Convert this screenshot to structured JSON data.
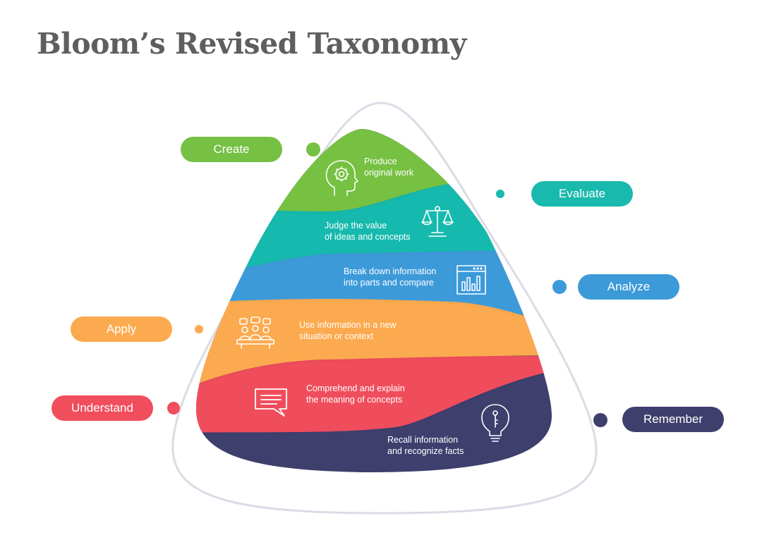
{
  "title": "Bloom’s Revised Taxonomy",
  "colors": {
    "title": "#5d5e60",
    "outline": "#dcdbe6",
    "create": "#76c043",
    "evaluate": "#19b9ad",
    "analyze": "#3d9ad9",
    "apply": "#fcaa4f",
    "understand": "#f04e5c",
    "remember": "#3f3f6e"
  },
  "levels": [
    {
      "id": "create",
      "label": "Create",
      "line1": "Produce",
      "line2": "original work",
      "icon": "head-gear-icon"
    },
    {
      "id": "evaluate",
      "label": "Evaluate",
      "line1": "Judge the value",
      "line2": "of ideas and concepts",
      "icon": "scales-icon"
    },
    {
      "id": "analyze",
      "label": "Analyze",
      "line1": "Break down information",
      "line2": "into parts and compare",
      "icon": "bar-chart-icon"
    },
    {
      "id": "apply",
      "label": "Apply",
      "line1": "Use information in a new",
      "line2": "situation or context",
      "icon": "meeting-icon"
    },
    {
      "id": "understand",
      "label": "Understand",
      "line1": "Comprehend and explain",
      "line2": "the meaning of concepts",
      "icon": "speech-bubble-icon"
    },
    {
      "id": "remember",
      "label": "Remember",
      "line1": "Recall information",
      "line2": "and recognize facts",
      "icon": "lightbulb-icon"
    }
  ]
}
